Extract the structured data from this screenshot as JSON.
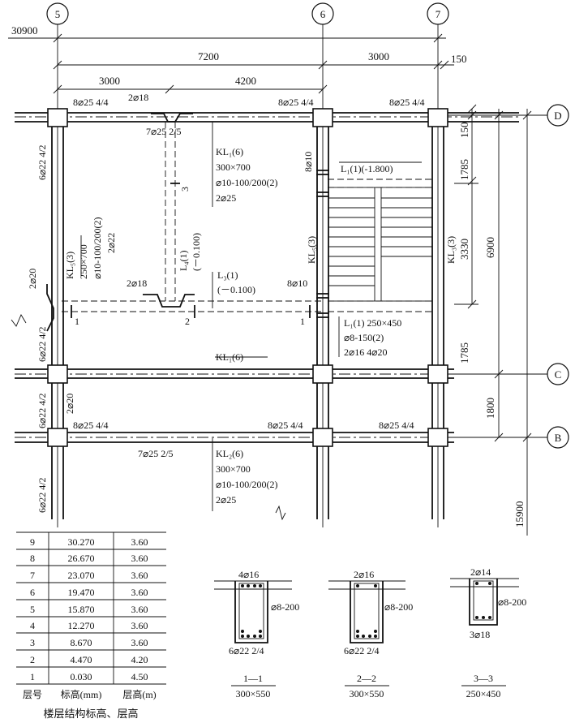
{
  "grid": {
    "axes": [
      "5",
      "6",
      "7",
      "D",
      "C",
      "B"
    ],
    "dims_top": [
      "30900",
      "7200",
      "3000",
      "150",
      "3000",
      "4200"
    ],
    "dims_right": [
      "150",
      "1785",
      "3330",
      "6900",
      "1785",
      "1800",
      "15900"
    ]
  },
  "labels": {
    "top_left_bars": "8⌀25 4/4",
    "top_mid_bars": "8⌀25 4/4",
    "top_right_bars": "8⌀25 4/4",
    "bent_bar_top": "2⌀18",
    "bottom_bar_mid": "7⌀25 2/5",
    "kl1_name": "KL₁(6)",
    "kl1_size": "300×700",
    "kl1_stirrup": "⌀10-100/200(2)",
    "kl1_top": "2⌀25",
    "l1_top_name": "L₁(1)(-1.800)",
    "col6_stirrup_top": "8⌀10",
    "kl5_left_name": "KL₅(3)",
    "kl5_left_size": "250×700",
    "kl5_left_stirrup": "⌀10-100/200(2)",
    "kl5_left_top": "2⌀22",
    "left_col_bars_1": "6⌀22 4/2",
    "left_col_bars_2": "6⌀22 4/2",
    "left_col_bars_3": "6⌀22 4/2",
    "left_col_bars_4": "6⌀22 4/2",
    "left_bent_1": "2⌀20",
    "left_bent_2": "2⌀20",
    "l4_name": "L₄(1)",
    "l4_elev": "(－0.100)",
    "sec3_mark": "3",
    "kl5_mid": "KL₅(3)",
    "kl3_right": "KL₃(3)",
    "bent_bar_mid": "2⌀18",
    "l3_name": "L₃(1)",
    "l3_elev": "(－0.100)",
    "col6_stirrup_mid": "8⌀10",
    "sec1_left": "1",
    "sec2": "2",
    "sec1_right": "1",
    "l1_mid_name": "L₁(1) 250×450",
    "l1_mid_stirrup": "⌀8-150(2)",
    "l1_mid_bars": "2⌀16  4⌀20",
    "kl1_c": "KL₁(6)",
    "b_left_bars": "8⌀25 4/4",
    "b_mid_bars": "8⌀25 4/4",
    "b_right_bars": "8⌀25 4/4",
    "kl2_bottom": "7⌀25 2/5",
    "kl2_name": "KL₂(6)",
    "kl2_size": "300×700",
    "kl2_stirrup": "⌀10-100/200(2)",
    "kl2_top": "2⌀25"
  },
  "floor_table": {
    "rows": [
      {
        "floor": "9",
        "elev": "30.270",
        "height": "3.60"
      },
      {
        "floor": "8",
        "elev": "26.670",
        "height": "3.60"
      },
      {
        "floor": "7",
        "elev": "23.070",
        "height": "3.60"
      },
      {
        "floor": "6",
        "elev": "19.470",
        "height": "3.60"
      },
      {
        "floor": "5",
        "elev": "15.870",
        "height": "3.60"
      },
      {
        "floor": "4",
        "elev": "12.270",
        "height": "3.60"
      },
      {
        "floor": "3",
        "elev": "8.670",
        "height": "3.60"
      },
      {
        "floor": "2",
        "elev": "4.470",
        "height": "4.20"
      },
      {
        "floor": "1",
        "elev": "0.030",
        "height": "4.50"
      }
    ],
    "header": {
      "floor": "层号",
      "elev": "标高(mm)",
      "height": "层高(m)"
    },
    "caption": "楼层结构标高、层高"
  },
  "sections": [
    {
      "top": "4⌀16",
      "stirrup": "⌀8-200",
      "bottom": "6⌀22 2/4",
      "name": "1—1",
      "size": "300×550"
    },
    {
      "top": "2⌀16",
      "stirrup": "⌀8-200",
      "bottom": "6⌀22 2/4",
      "name": "2—2",
      "size": "300×550"
    },
    {
      "top": "2⌀14",
      "stirrup": "⌀8-200",
      "bottom": "3⌀18",
      "name": "3—3",
      "size": "250×450"
    }
  ]
}
